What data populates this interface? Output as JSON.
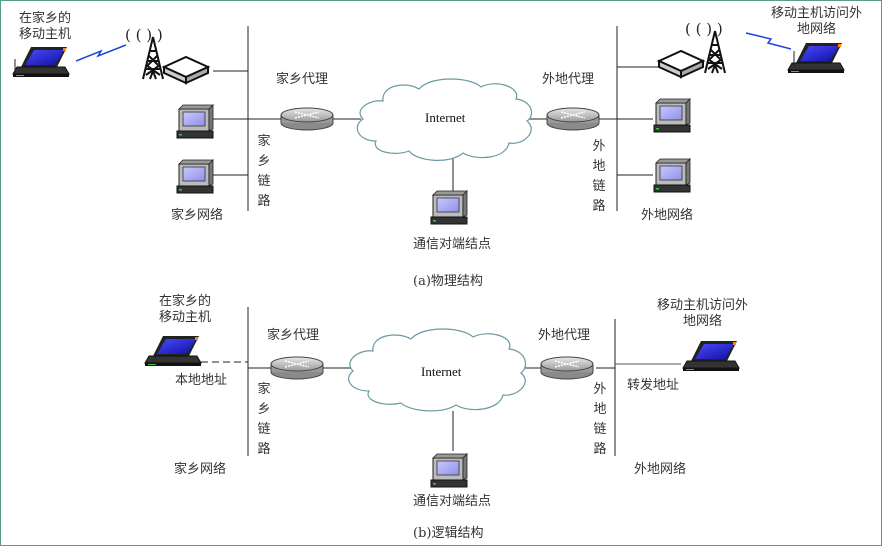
{
  "diagram": {
    "top": {
      "caption": "(a)物理结构",
      "home_mobile_host": "在家乡的\n移动主机",
      "home_mobile_host_lines": [
        "在家乡的",
        "移动主机"
      ],
      "foreign_mobile_host_lines": [
        "移动主机访问外",
        "地网络"
      ],
      "home_agent": "家乡代理",
      "foreign_agent": "外地代理",
      "internet": "Internet",
      "home_link": "家乡链路",
      "foreign_link": "外地链路",
      "home_network": "家乡网络",
      "foreign_network": "外地网络",
      "correspondent_node": "通信对端结点"
    },
    "bottom": {
      "caption": "(b)逻辑结构",
      "home_mobile_host_lines": [
        "在家乡的",
        "移动主机"
      ],
      "foreign_mobile_host_lines": [
        "移动主机访问外",
        "地网络"
      ],
      "home_agent": "家乡代理",
      "foreign_agent": "外地代理",
      "internet": "Internet",
      "home_link": "家乡链路",
      "foreign_link": "外地链路",
      "home_network": "家乡网络",
      "foreign_network": "外地网络",
      "correspondent_node": "通信对端结点",
      "local_address": "本地地址",
      "care_of_address": "转发地址"
    },
    "colors": {
      "border": "#5a9a8a",
      "cloud_stroke": "#6a9aa0",
      "screen": "#b8b8f8",
      "laptop_screen": "#2a2ad8",
      "wireless": "#2244dd"
    }
  }
}
